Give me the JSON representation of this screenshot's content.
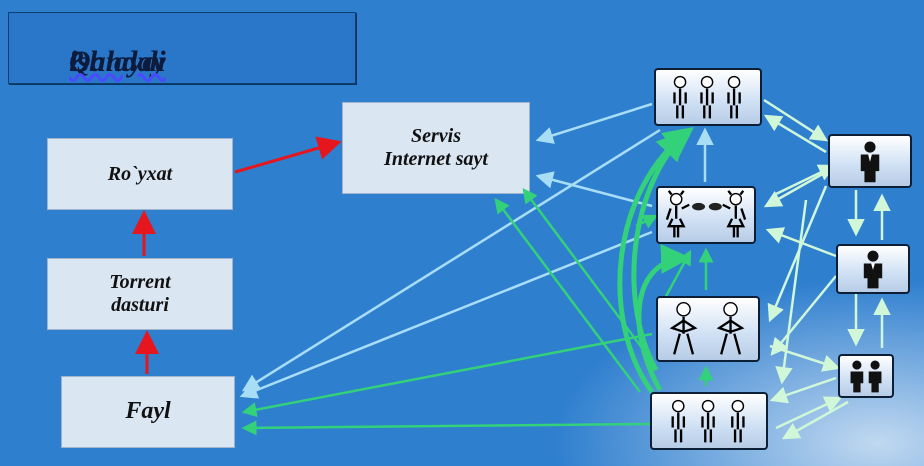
{
  "title": {
    "prefix": "Qanday ",
    "underlined": "ishlaydi",
    "suffix": " ?"
  },
  "boxes": {
    "servis_line1": "Servis",
    "servis_line2": "Internet sayt",
    "royxat": "Ro`yxat",
    "torrent_line1": "Torrent",
    "torrent_line2": "dasturi",
    "fayl": "Fayl"
  },
  "colors": {
    "background": "#2f7fcf",
    "box_fill": "#dbe6f3",
    "red_arrow": "#e5161d",
    "green_arrow": "#33d17a",
    "light_blue_arrow": "#a8def5",
    "pale_green_arrow": "#cff7d8"
  },
  "icons": {
    "node_group_three": "three-person-icon",
    "node_couple_talk": "two-people-talking-icon",
    "node_two_people": "two-people-icon",
    "node_single": "single-person-icon",
    "node_pair": "two-person-icon"
  }
}
